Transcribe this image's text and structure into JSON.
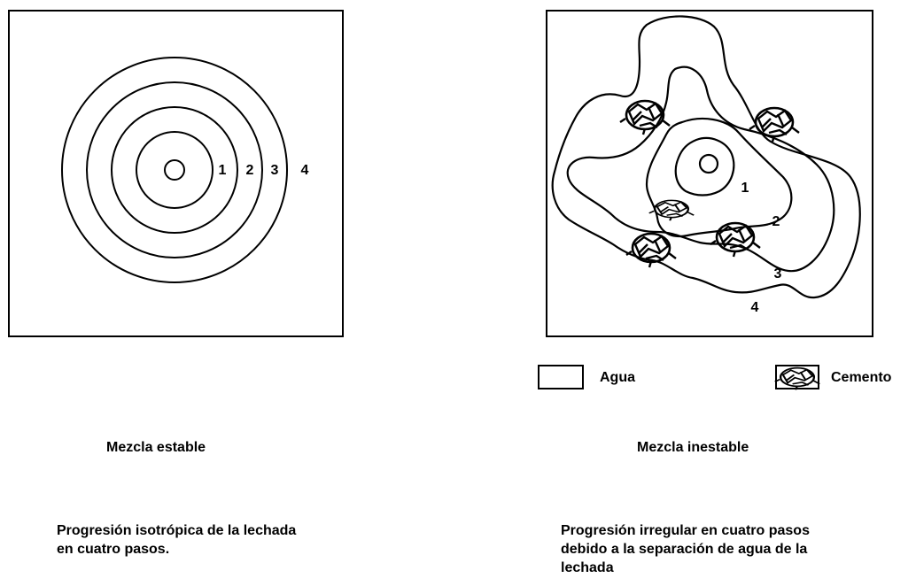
{
  "left_panel": {
    "ring_labels": [
      "1",
      "2",
      "3",
      "4"
    ],
    "title": "Mezcla estable",
    "description": "Progresión isotrópica de la lechada en cuatro pasos."
  },
  "right_panel": {
    "zone_labels": [
      "1",
      "2",
      "3",
      "4"
    ],
    "title": "Mezcla inestable",
    "description": "Progresión irregular en cuatro pasos debido a la separación de agua de la lechada"
  },
  "legend": {
    "water_label": "Agua",
    "cement_label": "Cemento"
  }
}
